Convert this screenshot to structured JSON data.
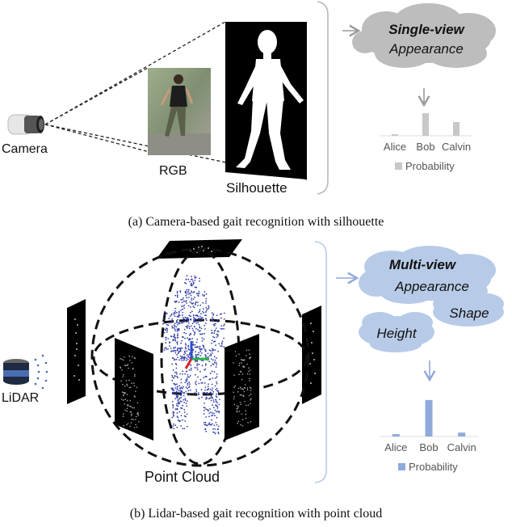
{
  "panel_a": {
    "camera_label": "Camera",
    "rgb_label": "RGB",
    "silhouette_label": "Silhouette",
    "cloud_line1": "Single-view",
    "cloud_line2": "Appearance",
    "chart_data": {
      "type": "bar",
      "categories": [
        "Alice",
        "Bob",
        "Calvin"
      ],
      "series": [
        {
          "name": "Probability",
          "values": [
            0.02,
            0.28,
            0.17
          ]
        }
      ],
      "legend": "bottom",
      "bar_color": "#c8c8c8"
    },
    "caption": "(a) Camera-based gait recognition with silhouette"
  },
  "panel_b": {
    "lidar_label": "LiDAR",
    "point_cloud_label": "Point Cloud",
    "cloud_multiview_line1": "Multi-view",
    "cloud_multiview_line2": "Appearance",
    "cloud_shape": "Shape",
    "cloud_height": "Height",
    "chart_data": {
      "type": "bar",
      "categories": [
        "Alice",
        "Bob",
        "Calvin"
      ],
      "series": [
        {
          "name": "Probability",
          "values": [
            0.03,
            0.47,
            0.05
          ]
        }
      ],
      "legend": "bottom",
      "bar_color": "#8faadc"
    },
    "caption": "(b) Lidar-based gait recognition with point cloud"
  },
  "colors": {
    "arrow_gray": "#999999",
    "arrow_blue": "#8fa8d8",
    "point_cloud": "#3440a8"
  }
}
